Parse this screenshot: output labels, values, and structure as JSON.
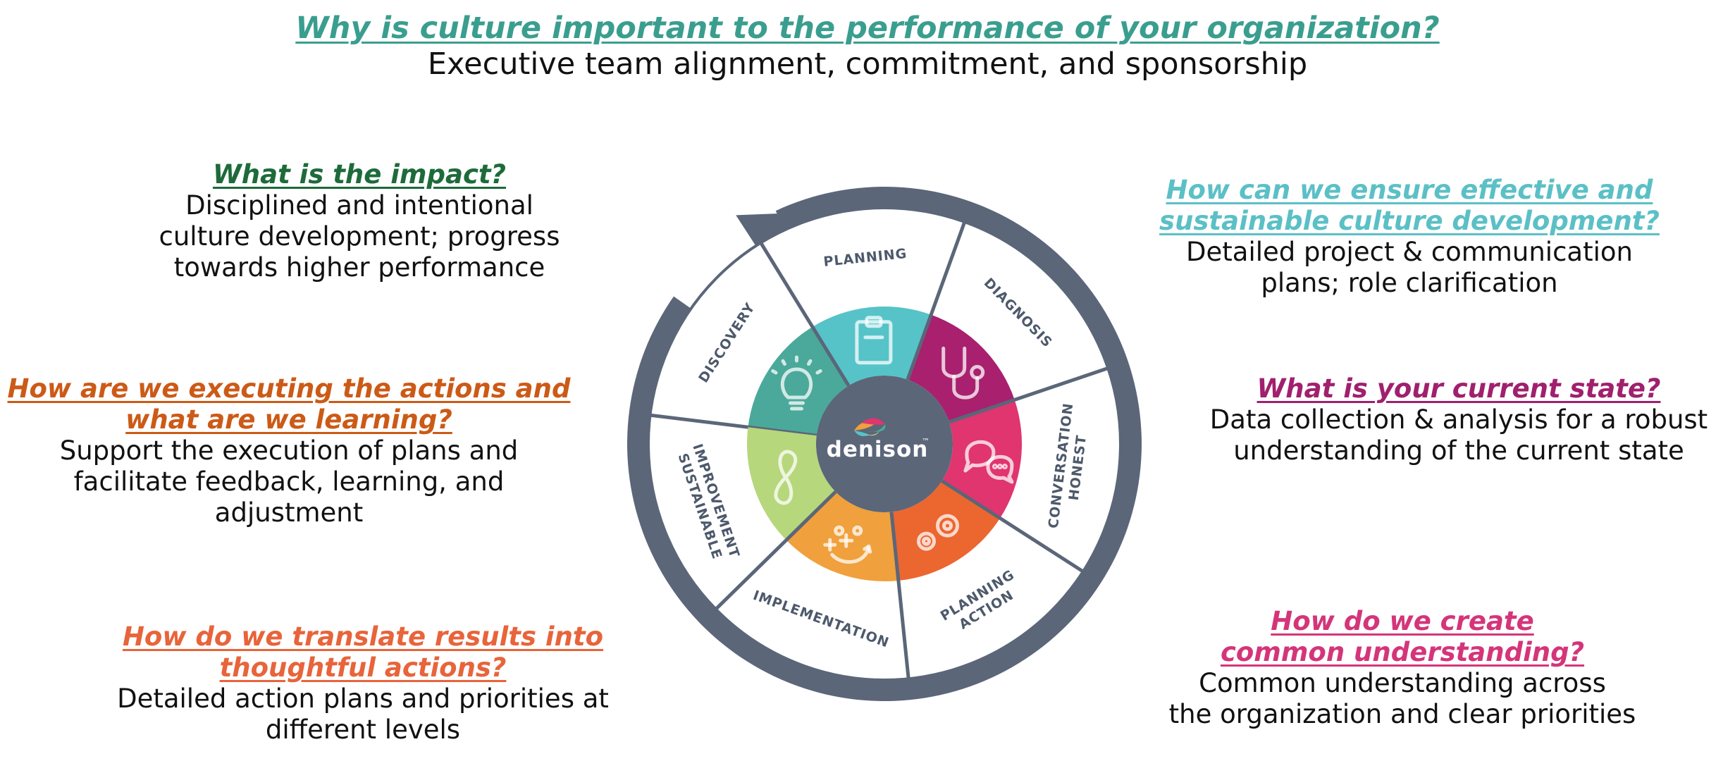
{
  "header": {
    "question": "Why is culture important to the performance of your organization?",
    "answer": "Executive team alignment, commitment, and sponsorship"
  },
  "blocks": {
    "impact": {
      "question": "What is the impact?",
      "answer": "Disciplined and intentional\nculture development; progress\ntowards higher performance"
    },
    "ensure": {
      "question": "How can we ensure effective and\nsustainable culture development?",
      "answer": "Detailed project & communication\nplans; role clarification"
    },
    "executing": {
      "question": "How are we executing the actions and\nwhat are we learning?",
      "answer": "Support the execution of plans and\nfacilitate feedback, learning, and\nadjustment"
    },
    "current": {
      "question": "What is your current state?",
      "answer": "Data collection & analysis for a robust\nunderstanding of the current state"
    },
    "translate": {
      "question": "How do we translate results into\nthoughtful actions?",
      "answer": "Detailed action plans and priorities at\ndifferent levels"
    },
    "common": {
      "question": "How do we create\ncommon understanding?",
      "answer": "Common understanding across\nthe organization and clear priorities"
    }
  },
  "wheel": {
    "logo": "denison",
    "trademark": "™",
    "segments": [
      {
        "key": "discovery",
        "lines": [
          "DISCOVERY"
        ],
        "icon": "lightbulb-icon",
        "color": "#4aa99a"
      },
      {
        "key": "planning",
        "lines": [
          "PLANNING"
        ],
        "icon": "clipboard-icon",
        "color": "#56c3c8"
      },
      {
        "key": "diagnosis",
        "lines": [
          "DIAGNOSIS"
        ],
        "icon": "stethoscope-icon",
        "color": "#a8206e"
      },
      {
        "key": "honest-conversation",
        "lines": [
          "HONEST",
          "CONVERSATION"
        ],
        "icon": "speech-bubbles-icon",
        "color": "#e0356f"
      },
      {
        "key": "action-planning",
        "lines": [
          "ACTION",
          "PLANNING"
        ],
        "icon": "gears-icon",
        "color": "#ec6630"
      },
      {
        "key": "implementation",
        "lines": [
          "IMPLEMENTATION"
        ],
        "icon": "play-diagram-icon",
        "color": "#f0a03c"
      },
      {
        "key": "sustainable-improvement",
        "lines": [
          "SUSTAINABLE",
          "IMPROVEMENT"
        ],
        "icon": "infinity-icon",
        "color": "#b6d77b"
      }
    ]
  },
  "colors": {
    "header_question": "#3a9e8f",
    "impact": "#1d6b3a",
    "ensure": "#5bc0c6",
    "executing": "#cc5a17",
    "current": "#a0206e",
    "translate": "#e8643a",
    "common": "#d4357a",
    "ring": "#5b6679",
    "center": "#5b6679"
  }
}
